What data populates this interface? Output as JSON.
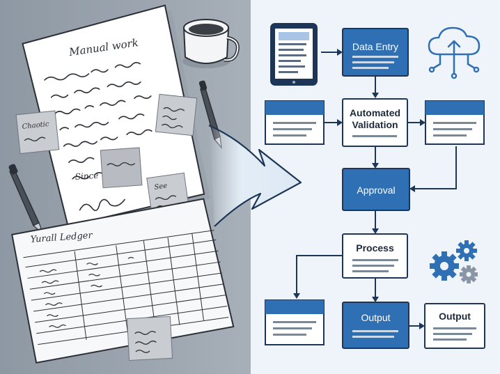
{
  "left_panel": {
    "manual_sheet_title": "Manual work",
    "sticky_notes": [
      "Chaotic",
      "Since",
      "See"
    ],
    "ledger_title": "Yurall Ledger"
  },
  "flow": {
    "data_entry": "Data Entry",
    "validation_line1": "Automated",
    "validation_line2": "Validation",
    "approval": "Approval",
    "process": "Process",
    "output_primary": "Output",
    "output_secondary": "Output"
  },
  "icons": [
    "coffee-mug-icon",
    "pen-icon",
    "tablet-icon",
    "cloud-upload-icon",
    "gears-icon",
    "transition-arrow-icon"
  ],
  "colors": {
    "accent_blue": "#2f6fb3",
    "dark_navy": "#1d3557",
    "left_bg": "#9aa3ad",
    "right_bg": "#eef4f9",
    "sticky_note": "#c9ccd0"
  }
}
